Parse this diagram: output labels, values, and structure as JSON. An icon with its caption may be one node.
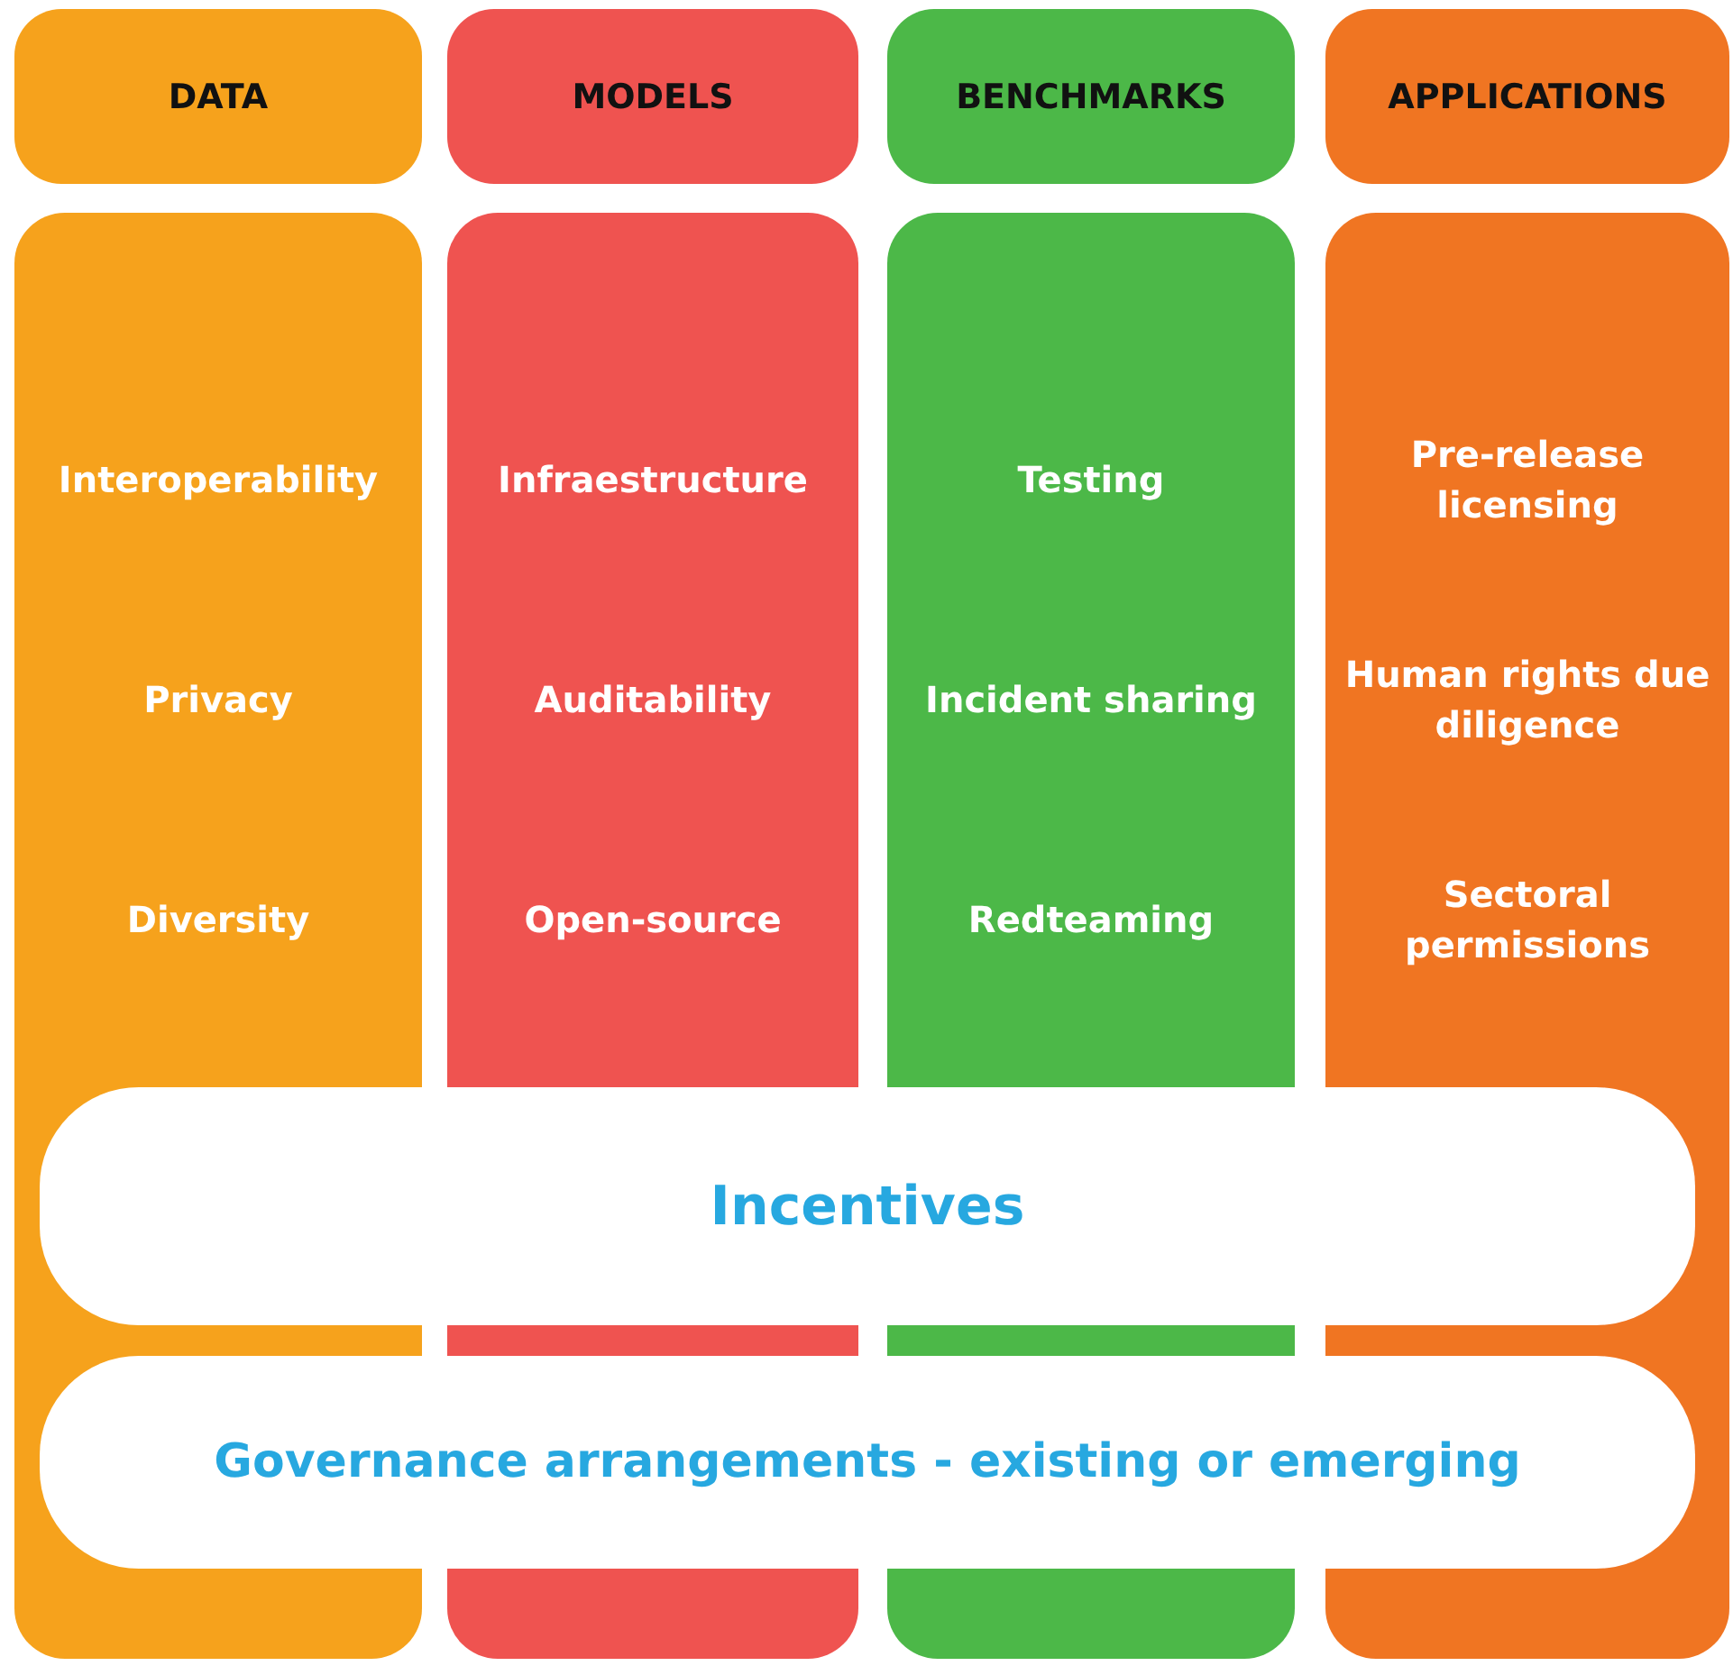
{
  "diagram": {
    "nodes": [
      {
        "text": [
          "DATA"
        ]
      },
      {
        "text": [
          "MODELS"
        ]
      },
      {
        "text": [
          "BENCHMARKS"
        ]
      },
      {
        "text": [
          "APPLICATIONS"
        ]
      },
      {
        "text": [
          "Interoperability",
          "Privacy",
          "Diversity"
        ]
      },
      {
        "text": [
          "Infraestructure",
          "Auditability",
          "Open-source"
        ]
      },
      {
        "text": [
          "Testing",
          "Incident sharing",
          "Redteaming"
        ]
      },
      {
        "text": [
          "Pre-release licensing",
          "Human rights due diligence",
          "Sectoral permissions"
        ]
      },
      {
        "text": [
          "Incentives"
        ]
      },
      {
        "text": [
          "Governance arrangements - existing or emerging"
        ]
      }
    ]
  }
}
